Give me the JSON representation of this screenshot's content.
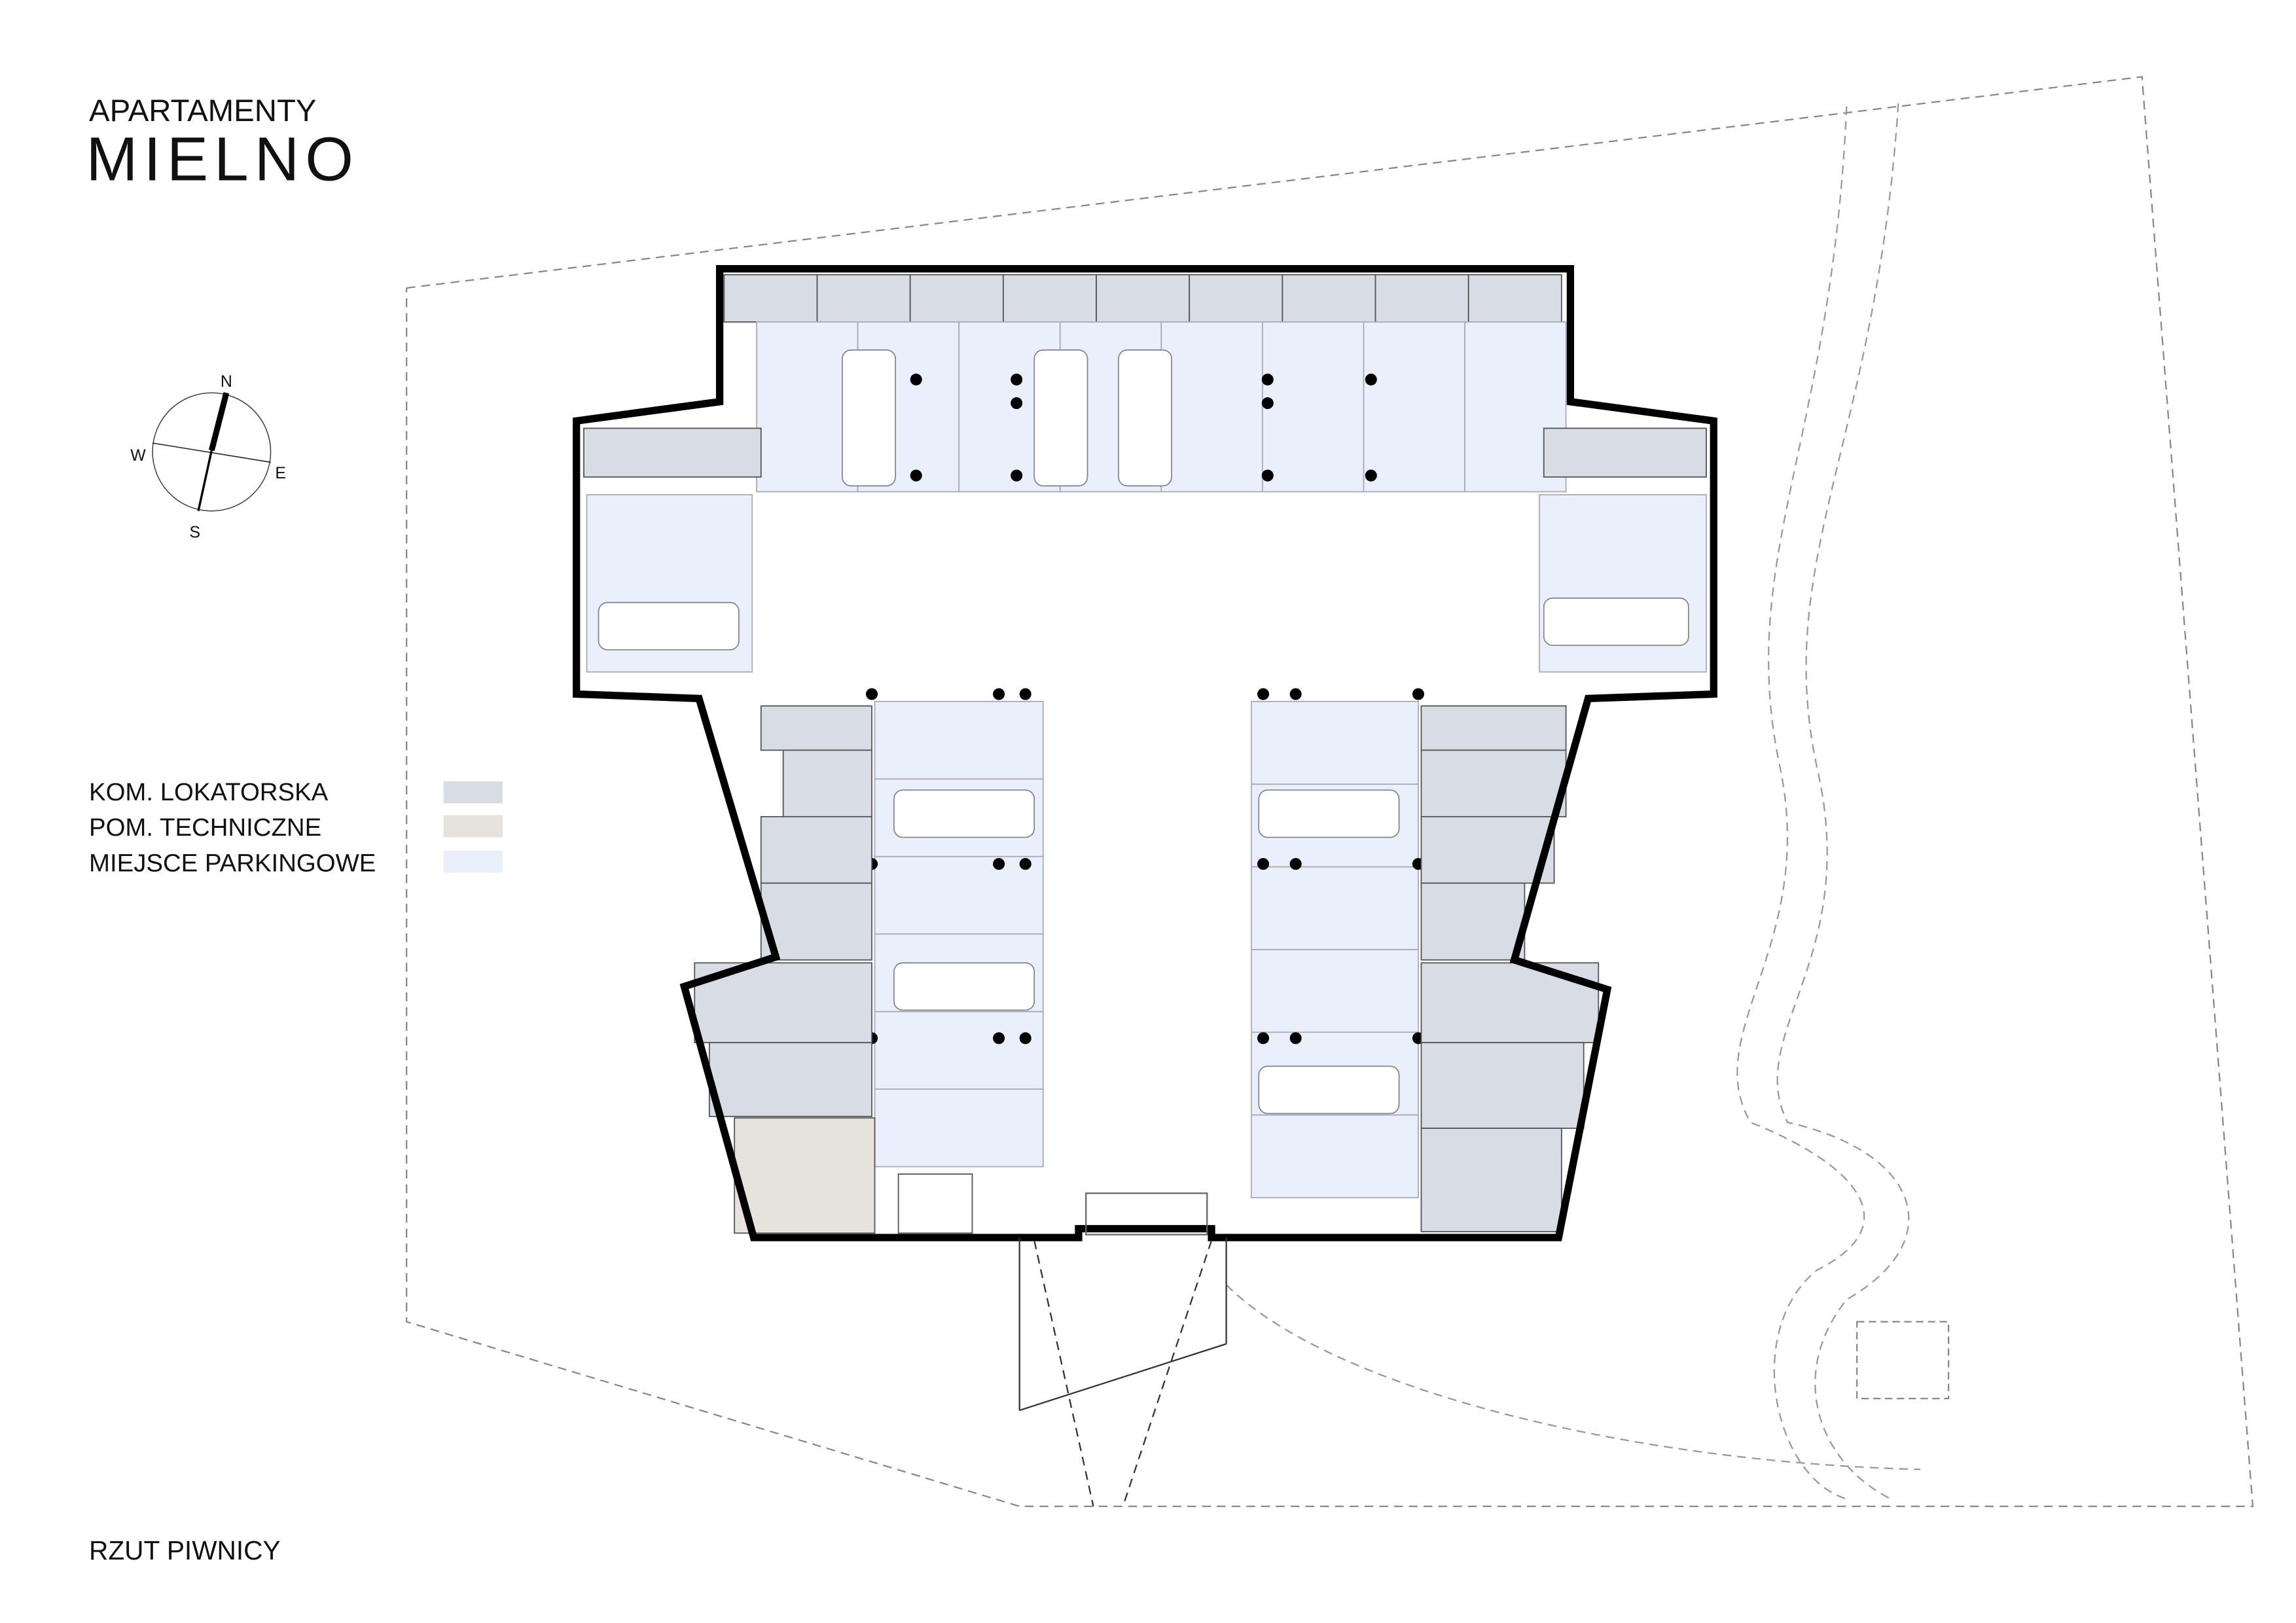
{
  "title": {
    "line1": "APARTAMENTY",
    "line2": "MIELNO"
  },
  "compass": {
    "n": "N",
    "s": "S",
    "e": "E",
    "w": "W"
  },
  "legend": [
    {
      "label": "KOM. LOKATORSKA",
      "color": "#d7dce5"
    },
    {
      "label": "POM. TECHNICZNE",
      "color": "#e6e2dc"
    },
    {
      "label": "MIEJSCE PARKINGOWE",
      "color": "#e9f0fb"
    }
  ],
  "drawing_label": "RZUT PIWNICY",
  "colors": {
    "storage": "#d7dce5",
    "technical": "#e6e2dc",
    "parking": "#e9f0fb",
    "wall": "#000000"
  }
}
